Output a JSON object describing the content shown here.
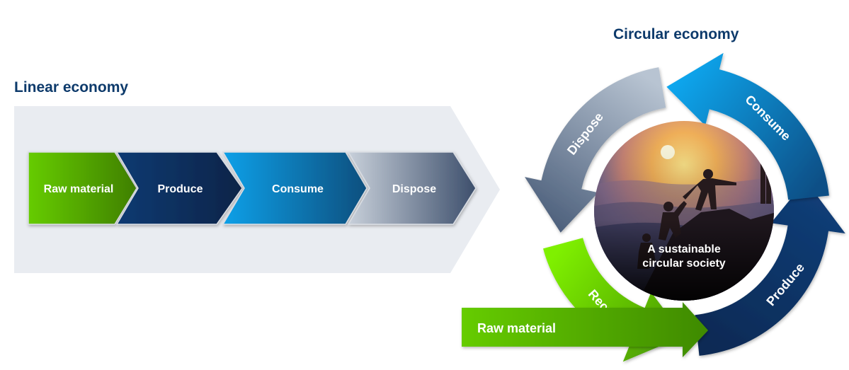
{
  "linear": {
    "title": "Linear economy",
    "steps": [
      {
        "label": "Raw material",
        "color_from": "#66cc00",
        "color_to": "#3f7f05"
      },
      {
        "label": "Produce",
        "color_from": "#0f3a72",
        "color_to": "#0a2448"
      },
      {
        "label": "Consume",
        "color_from": "#0aa0e8",
        "color_to": "#0a4f7e"
      },
      {
        "label": "Dispose",
        "color_from": "#c8d0da",
        "color_to": "#3d4f6c"
      }
    ],
    "background_color": "#e9ecf1"
  },
  "circular": {
    "title": "Circular economy",
    "center_text_line1": "A sustainable",
    "center_text_line2": "circular society",
    "segments": [
      {
        "label": "Consume",
        "color_from": "#0a4f86",
        "color_to": "#10a8f0"
      },
      {
        "label": "Produce",
        "color_from": "#0a2a55",
        "color_to": "#123e78"
      },
      {
        "label": "Dispose",
        "color_from": "#b8c4d2",
        "color_to": "#4d607c"
      },
      {
        "label": "Recycle",
        "color_from": "#7ff000",
        "color_to": "#4a9a08"
      }
    ],
    "input_arrow": {
      "label": "Raw material",
      "color_from": "#66cc00",
      "color_to": "#3f8a06"
    }
  },
  "colors": {
    "title": "#0d3a6b"
  }
}
